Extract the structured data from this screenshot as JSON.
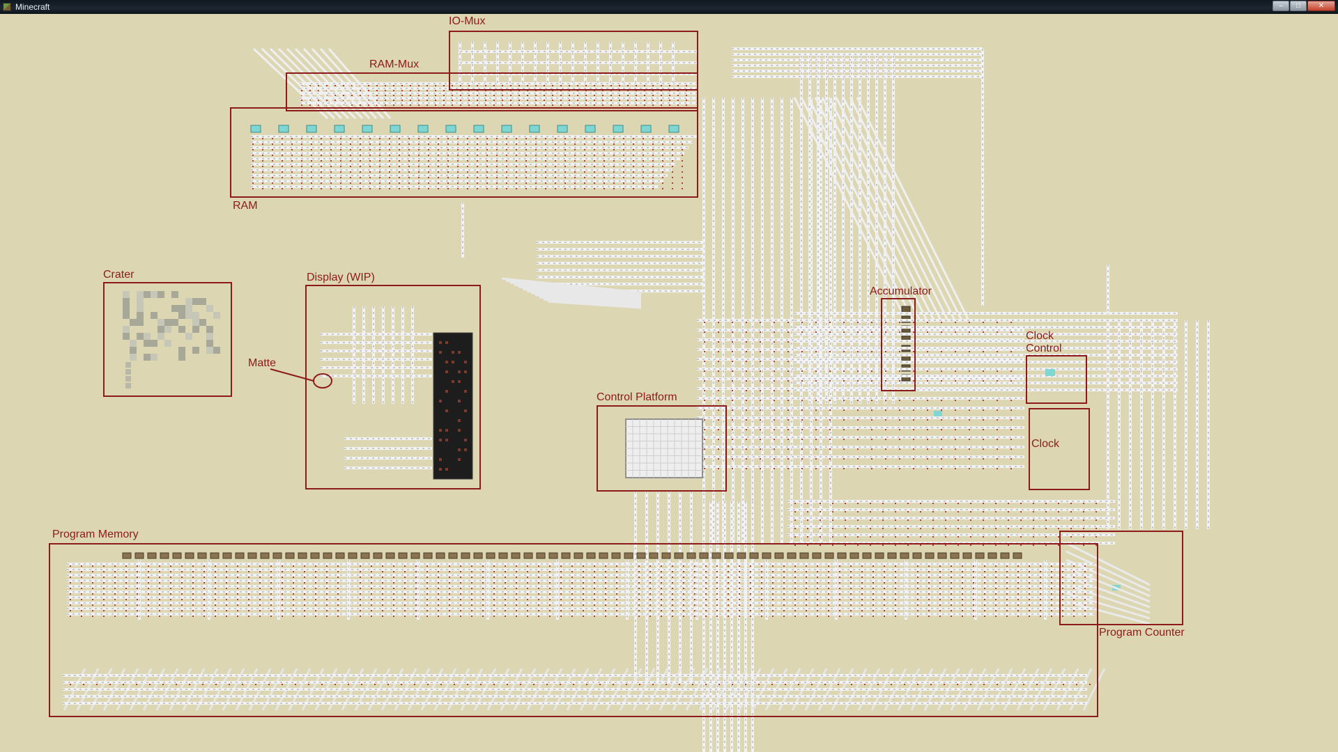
{
  "window": {
    "title": "Minecraft",
    "buttons": {
      "minimize": "‒",
      "maximize": "□",
      "close": "✕"
    }
  },
  "colors": {
    "ground": "#dcd7b2",
    "frame": "#8d1a1a",
    "block": "#c9c9c9",
    "redstone": "#b1403a",
    "diamond": "#7fd6d2"
  },
  "regions": [
    {
      "id": "io-mux",
      "label": "IO-Mux"
    },
    {
      "id": "ram-mux",
      "label": "RAM-Mux"
    },
    {
      "id": "ram",
      "label": "RAM"
    },
    {
      "id": "crater",
      "label": "Crater"
    },
    {
      "id": "display",
      "label": "Display (WIP)"
    },
    {
      "id": "matte",
      "label": "Matte"
    },
    {
      "id": "accumulator",
      "label": "Accumulator"
    },
    {
      "id": "clock-control",
      "label": "Clock Control"
    },
    {
      "id": "clock",
      "label": "Clock"
    },
    {
      "id": "control-platform",
      "label": "Control Platform"
    },
    {
      "id": "program-memory",
      "label": "Program Memory"
    },
    {
      "id": "program-counter",
      "label": "Program Counter"
    }
  ]
}
